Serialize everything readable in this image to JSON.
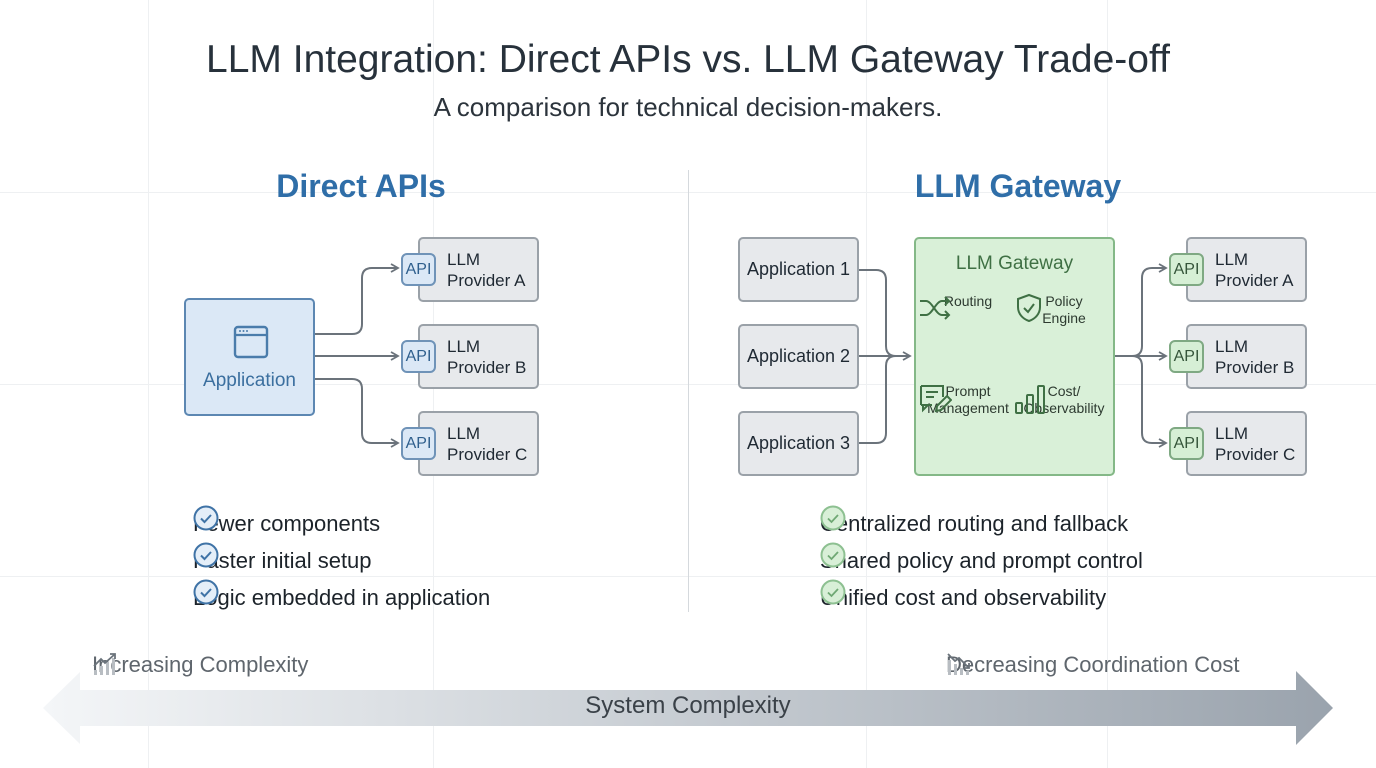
{
  "header": {
    "title": "LLM Integration: Direct APIs vs. LLM Gateway Trade-off",
    "subtitle": "A comparison for technical decision-makers."
  },
  "direct": {
    "heading": "Direct APIs",
    "application": {
      "label": "Application",
      "icon": "app-window-icon"
    },
    "providers": [
      {
        "line1": "LLM",
        "line2": "Provider A",
        "badge": "API"
      },
      {
        "line1": "LLM",
        "line2": "Provider B",
        "badge": "API"
      },
      {
        "line1": "LLM",
        "line2": "Provider C",
        "badge": "API"
      }
    ],
    "benefits": [
      "Fewer components",
      "Faster initial setup",
      "Logic embedded in application"
    ]
  },
  "gateway": {
    "heading": "LLM Gateway",
    "applications": [
      "Application 1",
      "Application 2",
      "Application 3"
    ],
    "box_title": "LLM Gateway",
    "features": [
      {
        "label": "Routing",
        "label2": "",
        "icon": "shuffle-icon"
      },
      {
        "label": "Policy",
        "label2": "Engine",
        "icon": "shield-check-icon"
      },
      {
        "label": "Prompt",
        "label2": "Management",
        "icon": "prompt-edit-icon"
      },
      {
        "label": "Cost/",
        "label2": "Observability",
        "icon": "bar-chart-icon"
      }
    ],
    "providers": [
      {
        "line1": "LLM",
        "line2": "Provider A",
        "badge": "API"
      },
      {
        "line1": "LLM",
        "line2": "Provider B",
        "badge": "API"
      },
      {
        "line1": "LLM",
        "line2": "Provider C",
        "badge": "API"
      }
    ],
    "benefits": [
      "Centralized routing and fallback",
      "Shared policy and prompt control",
      "Unified cost and observability"
    ]
  },
  "axis": {
    "label": "System Complexity",
    "left_note": "Increasing Complexity",
    "right_note": "Decreasing Coordination Cost"
  },
  "colors": {
    "direct_accent": "#2f6ea8",
    "gateway_accent": "#84b887",
    "title": "#27313b"
  }
}
